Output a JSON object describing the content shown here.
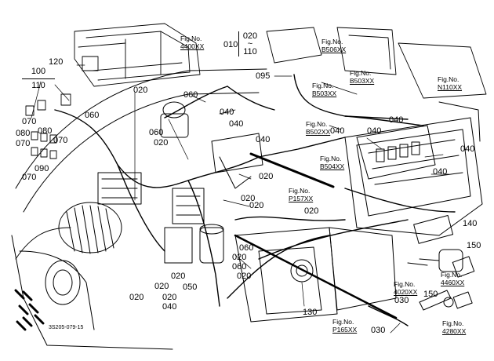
{
  "drawing_code": "3S205-079-15",
  "figure_refs": [
    {
      "id": "4400",
      "title": "Fig.No.",
      "number": "4400XX"
    },
    {
      "id": "b506",
      "title": "Fig.No.",
      "number": "B506XX"
    },
    {
      "id": "b503a",
      "title": "Fig.No.",
      "number": "B503XX"
    },
    {
      "id": "b503b",
      "title": "Fig.No.",
      "number": "B503XX"
    },
    {
      "id": "n110",
      "title": "Fig.No.",
      "number": "N110XX"
    },
    {
      "id": "b502",
      "title": "Fig.No.",
      "number": "B502XX"
    },
    {
      "id": "b504",
      "title": "Fig.No.",
      "number": "B504XX"
    },
    {
      "id": "p157",
      "title": "Fig.No.",
      "number": "P157XX"
    },
    {
      "id": "4460",
      "title": "Fig.No.",
      "number": "4460XX"
    },
    {
      "id": "4020",
      "title": "Fig.No.",
      "number": "4020XX"
    },
    {
      "id": "p165",
      "title": "Fig.No.",
      "number": "P165XX"
    },
    {
      "id": "4280",
      "title": "Fig.No.",
      "number": "4280XX"
    }
  ],
  "range_callouts": [
    {
      "id": "r010",
      "prefix": "010",
      "from": "020",
      "sep": "~",
      "to": "110"
    },
    {
      "id": "r100",
      "from": "100",
      "to": "110"
    }
  ],
  "part_labels": [
    "120",
    "060",
    "070",
    "080",
    "070",
    "080",
    "070",
    "090",
    "070",
    "020",
    "060",
    "040",
    "060",
    "020",
    "040",
    "040",
    "020",
    "020",
    "020",
    "020",
    "020",
    "020",
    "060",
    "020",
    "060",
    "050",
    "020",
    "040",
    "020",
    "020",
    "095",
    "040",
    "040",
    "040",
    "040",
    "040",
    "140",
    "150",
    "150",
    "130",
    "030",
    "030"
  ]
}
